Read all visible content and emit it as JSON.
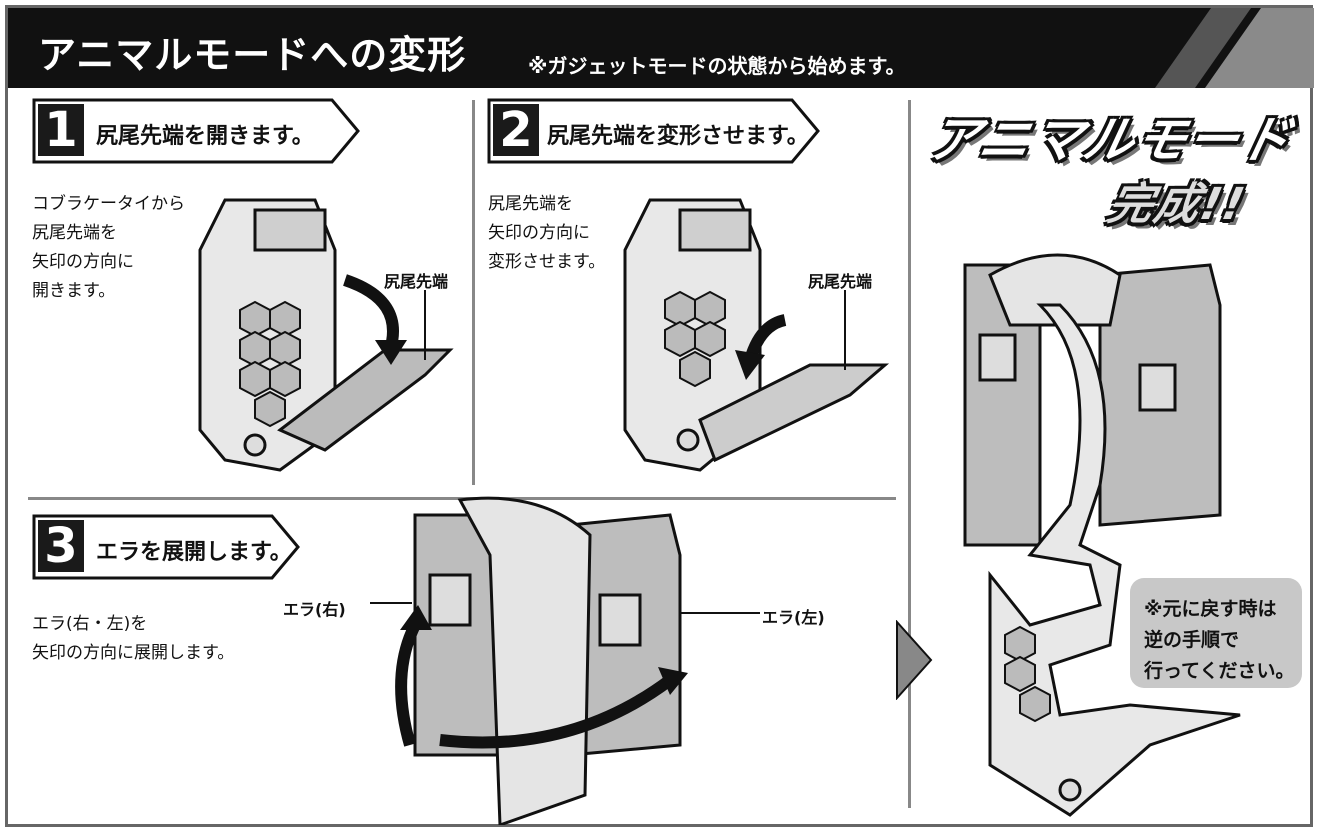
{
  "header": {
    "title": "アニマルモードへの変形",
    "title_ruby": "へん けい",
    "subtitle": "※ガジェットモードの状態から始めます。"
  },
  "steps": [
    {
      "number": "1",
      "title": "尻尾先端を開きます。",
      "description": "コブラケータイから\n尻尾先端を\n矢印の方向に\n開きます。",
      "part_label": "尻尾先端"
    },
    {
      "number": "2",
      "title": "尻尾先端を変形させます。",
      "description": "尻尾先端を\n矢印の方向に\n変形させます。",
      "part_label": "尻尾先端"
    },
    {
      "number": "3",
      "title": "エラを展開します。",
      "description": "エラ(右・左)を\n矢印の方向に展開します。",
      "label_right_gill": "エラ(右)",
      "label_left_gill": "エラ(左)"
    }
  ],
  "result": {
    "title_line1": "アニマルモード",
    "title_line2": "完成!!",
    "note": "※元に戻す時は\n逆の手順で\n行ってください。"
  },
  "colors": {
    "header_bg": "#111111",
    "note_bg": "#c8c8c8",
    "divider": "#888888"
  }
}
